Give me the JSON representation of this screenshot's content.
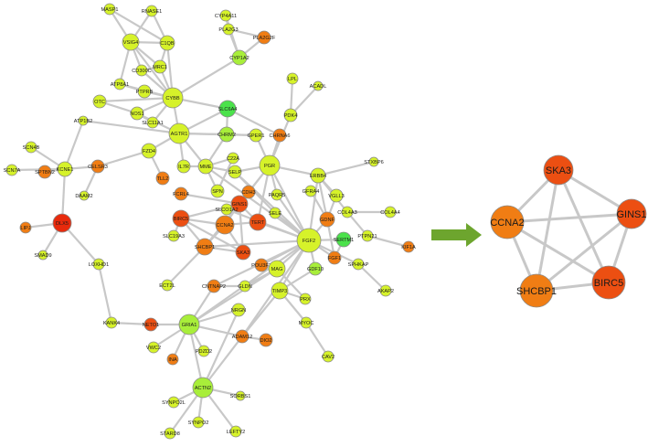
{
  "colors": {
    "yellow_green": "#d6f22a",
    "light_green": "#a8ee3a",
    "green": "#4be24b",
    "orange": "#f07d14",
    "red_orange": "#ec4f12",
    "red": "#e82a0c",
    "edge": "#c8c8c8",
    "arrow": "#6da52e"
  },
  "network": {
    "nodes": [
      {
        "id": "MASP1",
        "label": "MASP1",
        "color": "yellow_green"
      },
      {
        "id": "RNASE1",
        "label": "RNASE1",
        "color": "yellow_green"
      },
      {
        "id": "VSIG4",
        "label": "VSIG4",
        "color": "yellow_green"
      },
      {
        "id": "C1QB",
        "label": "C1QB",
        "color": "yellow_green"
      },
      {
        "id": "CYP4A11",
        "label": "CYP4A11",
        "color": "yellow_green"
      },
      {
        "id": "PLA2G3",
        "label": "PLA2G3",
        "color": "yellow_green"
      },
      {
        "id": "PLA2G2F",
        "label": "PLA2G2F",
        "color": "orange"
      },
      {
        "id": "CYP1A2",
        "label": "CYP1A2",
        "color": "light_green"
      },
      {
        "id": "CD300C",
        "label": "CD300C",
        "color": "yellow_green"
      },
      {
        "id": "MRC1",
        "label": "MRC1",
        "color": "yellow_green"
      },
      {
        "id": "ATP8A1",
        "label": "ATP8A1",
        "color": "yellow_green"
      },
      {
        "id": "PTPRB",
        "label": "PTPRB",
        "color": "yellow_green"
      },
      {
        "id": "CYBB",
        "label": "CYBB",
        "color": "yellow_green"
      },
      {
        "id": "OTC",
        "label": "OTC",
        "color": "yellow_green"
      },
      {
        "id": "NOS1",
        "label": "NOS1",
        "color": "yellow_green"
      },
      {
        "id": "SLC11A1",
        "label": "SLC11A1",
        "color": "yellow_green"
      },
      {
        "id": "SLC6A4",
        "label": "SLC6A4",
        "color": "green"
      },
      {
        "id": "LPL",
        "label": "LPL",
        "color": "yellow_green"
      },
      {
        "id": "ACADL",
        "label": "ACADL",
        "color": "yellow_green"
      },
      {
        "id": "PDK4",
        "label": "PDK4",
        "color": "yellow_green"
      },
      {
        "id": "ATP1B2",
        "label": "ATP1B2",
        "color": "yellow_green"
      },
      {
        "id": "AGTR1",
        "label": "AGTR1",
        "color": "yellow_green"
      },
      {
        "id": "CHRM2",
        "label": "CHRM2",
        "color": "light_green"
      },
      {
        "id": "GPER1",
        "label": "GPER1",
        "color": "yellow_green"
      },
      {
        "id": "CHRNA6",
        "label": "CHRNA6",
        "color": "orange"
      },
      {
        "id": "SCN4B",
        "label": "SCN4B",
        "color": "yellow_green"
      },
      {
        "id": "KCNE1",
        "label": "KCNE1",
        "color": "yellow_green"
      },
      {
        "id": "CELSR3",
        "label": "CELSR3",
        "color": "orange"
      },
      {
        "id": "SCN7A",
        "label": "SCN7A",
        "color": "yellow_green"
      },
      {
        "id": "SPTBN2",
        "label": "SPTBN2",
        "color": "orange"
      },
      {
        "id": "FZD4",
        "label": "FZD4",
        "color": "yellow_green"
      },
      {
        "id": "IL7R",
        "label": "IL7R",
        "color": "yellow_green"
      },
      {
        "id": "MME",
        "label": "MME",
        "color": "yellow_green"
      },
      {
        "id": "C22A",
        "label": "C22A",
        "color": "yellow_green"
      },
      {
        "id": "SELP",
        "label": "SELP",
        "color": "yellow_green"
      },
      {
        "id": "PGR",
        "label": "PGR",
        "color": "yellow_green"
      },
      {
        "id": "ERBB4",
        "label": "ERBB4",
        "color": "yellow_green"
      },
      {
        "id": "STXBP6",
        "label": "STXBP6",
        "color": "yellow_green"
      },
      {
        "id": "DAAM2",
        "label": "DAAM2",
        "color": "yellow_green"
      },
      {
        "id": "TLL2",
        "label": "TLL2",
        "color": "orange"
      },
      {
        "id": "FCRL4",
        "label": "FCRL4",
        "color": "orange"
      },
      {
        "id": "SPN",
        "label": "SPN",
        "color": "yellow_green"
      },
      {
        "id": "CDH3",
        "label": "CDH3",
        "color": "orange"
      },
      {
        "id": "PAQR5",
        "label": "PAQR5",
        "color": "yellow_green"
      },
      {
        "id": "GFRA4",
        "label": "GFRA4",
        "color": "yellow_green"
      },
      {
        "id": "VGLL3",
        "label": "VGLL3",
        "color": "yellow_green"
      },
      {
        "id": "COL4A3",
        "label": "COL4A3",
        "color": "yellow_green"
      },
      {
        "id": "COL4A4",
        "label": "COL4A4",
        "color": "yellow_green"
      },
      {
        "id": "GINS1",
        "label": "GINS1",
        "color": "red_orange"
      },
      {
        "id": "SLCO1A2",
        "label": "SLCO1A2",
        "color": "yellow_green"
      },
      {
        "id": "SELE",
        "label": "SELE",
        "color": "yellow_green"
      },
      {
        "id": "GDNF",
        "label": "GDNF",
        "color": "orange"
      },
      {
        "id": "PTPN21",
        "label": "PTPN21",
        "color": "yellow_green"
      },
      {
        "id": "LIPJ",
        "label": "LIPJ",
        "color": "orange"
      },
      {
        "id": "DLX5",
        "label": "DLX5",
        "color": "red"
      },
      {
        "id": "BIRC5",
        "label": "BIRC5",
        "color": "red_orange"
      },
      {
        "id": "CCNA2",
        "label": "CCNA2",
        "color": "orange"
      },
      {
        "id": "TERT",
        "label": "TERT",
        "color": "red_orange"
      },
      {
        "id": "FGF2",
        "label": "FGF2",
        "color": "yellow_green"
      },
      {
        "id": "SERTM1",
        "label": "SERTM1",
        "color": "green"
      },
      {
        "id": "KIF1A",
        "label": "KIF1A",
        "color": "orange"
      },
      {
        "id": "SMAD9",
        "label": "SMAD9",
        "color": "yellow_green"
      },
      {
        "id": "SLC19A3",
        "label": "SLC19A3",
        "color": "yellow_green"
      },
      {
        "id": "SHCBP1",
        "label": "SHCBP1",
        "color": "orange"
      },
      {
        "id": "SKA3",
        "label": "SKA3",
        "color": "red_orange"
      },
      {
        "id": "FGF1",
        "label": "FGF1",
        "color": "orange"
      },
      {
        "id": "LOXHD1",
        "label": "LOXHD1",
        "color": "yellow_green"
      },
      {
        "id": "POU3F3",
        "label": "POU3F3",
        "color": "orange"
      },
      {
        "id": "MAG",
        "label": "MAG",
        "color": "yellow_green"
      },
      {
        "id": "GDF10",
        "label": "GDF10",
        "color": "light_green"
      },
      {
        "id": "SPHKAP",
        "label": "SPHKAP",
        "color": "yellow_green"
      },
      {
        "id": "ECT2L",
        "label": "ECT2L",
        "color": "yellow_green"
      },
      {
        "id": "CNTNAP2",
        "label": "CNTNAP2",
        "color": "orange"
      },
      {
        "id": "GLDN",
        "label": "GLDN",
        "color": "yellow_green"
      },
      {
        "id": "TIMP3",
        "label": "TIMP3",
        "color": "yellow_green"
      },
      {
        "id": "AKAP2",
        "label": "AKAP2",
        "color": "yellow_green"
      },
      {
        "id": "PRX",
        "label": "PRX",
        "color": "yellow_green"
      },
      {
        "id": "KANK4",
        "label": "KANK4",
        "color": "yellow_green"
      },
      {
        "id": "NETO1",
        "label": "NETO1",
        "color": "red_orange"
      },
      {
        "id": "GRIA1",
        "label": "GRIA1",
        "color": "light_green"
      },
      {
        "id": "NRGN",
        "label": "NRGN",
        "color": "yellow_green"
      },
      {
        "id": "MYOC",
        "label": "MYOC",
        "color": "yellow_green"
      },
      {
        "id": "VWC2",
        "label": "VWC2",
        "color": "yellow_green"
      },
      {
        "id": "PDZD2",
        "label": "PDZD2",
        "color": "yellow_green"
      },
      {
        "id": "INA",
        "label": "INA",
        "color": "orange"
      },
      {
        "id": "ADAM12",
        "label": "ADAM12",
        "color": "orange"
      },
      {
        "id": "DIO2",
        "label": "DIO2",
        "color": "orange"
      },
      {
        "id": "CAV2",
        "label": "CAV2",
        "color": "yellow_green"
      },
      {
        "id": "ACTN2",
        "label": "ACTN2",
        "color": "light_green"
      },
      {
        "id": "SORBS1",
        "label": "SORBS1",
        "color": "yellow_green"
      },
      {
        "id": "SYNPO2L",
        "label": "SYNPO2L",
        "color": "yellow_green"
      },
      {
        "id": "SYNPO2",
        "label": "SYNPO2",
        "color": "yellow_green"
      },
      {
        "id": "STARD8",
        "label": "STARD8",
        "color": "yellow_green"
      },
      {
        "id": "LEFTY2",
        "label": "LEFTY2",
        "color": "yellow_green"
      }
    ],
    "edges": [
      [
        "MASP1",
        "VSIG4"
      ],
      [
        "RNASE1",
        "VSIG4"
      ],
      [
        "VSIG4",
        "C1QB"
      ],
      [
        "VSIG4",
        "CD300C"
      ],
      [
        "VSIG4",
        "MRC1"
      ],
      [
        "VSIG4",
        "ATP8A1"
      ],
      [
        "VSIG4",
        "CYBB"
      ],
      [
        "C1QB",
        "MRC1"
      ],
      [
        "C1QB",
        "CYBB"
      ],
      [
        "RNASE1",
        "C1QB"
      ],
      [
        "MASP1",
        "C1QB"
      ],
      [
        "CYP4A11",
        "CYP1A2"
      ],
      [
        "PLA2G3",
        "CYP1A2"
      ],
      [
        "PLA2G2F",
        "CYP1A2"
      ],
      [
        "CYP4A11",
        "PLA2G3"
      ],
      [
        "PLA2G3",
        "PLA2G2F"
      ],
      [
        "CYP1A2",
        "CYBB"
      ],
      [
        "CD300C",
        "CYBB"
      ],
      [
        "MRC1",
        "CYBB"
      ],
      [
        "MRC1",
        "CD300C"
      ],
      [
        "ATP8A1",
        "CYBB"
      ],
      [
        "ATP8A1",
        "PTPRB"
      ],
      [
        "PTPRB",
        "CYBB"
      ],
      [
        "OTC",
        "NOS1"
      ],
      [
        "OTC",
        "CYBB"
      ],
      [
        "NOS1",
        "CYBB"
      ],
      [
        "NOS1",
        "SLC11A1"
      ],
      [
        "SLC11A1",
        "CYBB"
      ],
      [
        "NOS1",
        "AGTR1"
      ],
      [
        "CYBB",
        "AGTR1"
      ],
      [
        "CYBB",
        "SLC6A4"
      ],
      [
        "SLC6A4",
        "CHRM2"
      ],
      [
        "SLC6A4",
        "AGTR1"
      ],
      [
        "SLC6A4",
        "CHRNA6"
      ],
      [
        "LPL",
        "PDK4"
      ],
      [
        "ACADL",
        "PDK4"
      ],
      [
        "PDK4",
        "PGR"
      ],
      [
        "ATP1B2",
        "AGTR1"
      ],
      [
        "AGTR1",
        "CHRM2"
      ],
      [
        "AGTR1",
        "GPER1"
      ],
      [
        "AGTR1",
        "FZD4"
      ],
      [
        "AGTR1",
        "IL7R"
      ],
      [
        "AGTR1",
        "MME"
      ],
      [
        "CHRM2",
        "GPER1"
      ],
      [
        "GPER1",
        "PGR"
      ],
      [
        "CHRM2",
        "MME"
      ],
      [
        "SCN4B",
        "KCNE1"
      ],
      [
        "SCN7A",
        "KCNE1"
      ],
      [
        "SPTBN2",
        "KCNE1"
      ],
      [
        "KCNE1",
        "CELSR3"
      ],
      [
        "CELSR3",
        "FZD4"
      ],
      [
        "KCNE1",
        "DLX5"
      ],
      [
        "CELSR3",
        "DAAM2"
      ],
      [
        "KCNE1",
        "ATP1B2"
      ],
      [
        "FZD4",
        "TLL2"
      ],
      [
        "IL7R",
        "MME"
      ],
      [
        "MME",
        "C22A"
      ],
      [
        "MME",
        "SELP"
      ],
      [
        "SELP",
        "PGR"
      ],
      [
        "C22A",
        "SPN"
      ],
      [
        "PGR",
        "ERBB4"
      ],
      [
        "PGR",
        "FGF2"
      ],
      [
        "PGR",
        "TERT"
      ],
      [
        "PGR",
        "GINS1"
      ],
      [
        "PGR",
        "PAQR5"
      ],
      [
        "SELP",
        "FGF2"
      ],
      [
        "SELP",
        "SELE"
      ],
      [
        "PGR",
        "CDH3"
      ],
      [
        "CHRNA6",
        "PGR"
      ],
      [
        "MME",
        "FGF2"
      ],
      [
        "MME",
        "SPN"
      ],
      [
        "ERBB4",
        "STXBP6"
      ],
      [
        "ERBB4",
        "VGLL3"
      ],
      [
        "ERBB4",
        "COL4A3"
      ],
      [
        "ERBB4",
        "FGF2"
      ],
      [
        "ERBB4",
        "GDNF"
      ],
      [
        "COL4A3",
        "COL4A4"
      ],
      [
        "COL4A3",
        "PTPN21"
      ],
      [
        "VGLL3",
        "GDNF"
      ],
      [
        "GFRA4",
        "GDNF"
      ],
      [
        "GDNF",
        "FGF2"
      ],
      [
        "GDNF",
        "FGF1"
      ],
      [
        "PTPN21",
        "KIF1A"
      ],
      [
        "SERTM1",
        "FGF1"
      ],
      [
        "FCRL4",
        "GINS1"
      ],
      [
        "CDH3",
        "GINS1"
      ],
      [
        "GINS1",
        "TERT"
      ],
      [
        "GINS1",
        "CCNA2"
      ],
      [
        "GINS1",
        "BIRC5"
      ],
      [
        "GINS1",
        "SKA3"
      ],
      [
        "GINS1",
        "SHCBP1"
      ],
      [
        "BIRC5",
        "CCNA2"
      ],
      [
        "BIRC5",
        "SLC19A3"
      ],
      [
        "BIRC5",
        "SKA3"
      ],
      [
        "BIRC5",
        "SHCBP1"
      ],
      [
        "CCNA2",
        "TERT"
      ],
      [
        "CCNA2",
        "SHCBP1"
      ],
      [
        "CCNA2",
        "SKA3"
      ],
      [
        "SKA3",
        "SHCBP1"
      ],
      [
        "TERT",
        "FGF2"
      ],
      [
        "SELE",
        "FGF2"
      ],
      [
        "SLCO1A2",
        "FGF2"
      ],
      [
        "PAQR5",
        "FGF2"
      ],
      [
        "LIPJ",
        "DLX5"
      ],
      [
        "DLX5",
        "SMAD9"
      ],
      [
        "DLX5",
        "LOXHD1"
      ],
      [
        "LOXHD1",
        "KANK4"
      ],
      [
        "KANK4",
        "NETO1"
      ],
      [
        "NETO1",
        "GRIA1"
      ],
      [
        "FGF2",
        "MAG"
      ],
      [
        "FGF2",
        "GDF10"
      ],
      [
        "FGF2",
        "FGF1"
      ],
      [
        "FGF2",
        "TIMP3"
      ],
      [
        "FGF2",
        "POU3F3"
      ],
      [
        "FGF2",
        "SERTM1"
      ],
      [
        "FGF2",
        "GRIA1"
      ],
      [
        "FGF2",
        "ADAM12"
      ],
      [
        "FGF2",
        "CNTNAP2"
      ],
      [
        "FGF2",
        "SHCBP1"
      ],
      [
        "SPHKAP",
        "FGF2"
      ],
      [
        "SPHKAP",
        "AKAP2"
      ],
      [
        "MAG",
        "GLDN"
      ],
      [
        "MAG",
        "PRX"
      ],
      [
        "MAG",
        "POU3F3"
      ],
      [
        "MAG",
        "GRIA1"
      ],
      [
        "TIMP3",
        "PRX"
      ],
      [
        "TIMP3",
        "MYOC"
      ],
      [
        "TIMP3",
        "ADAM12"
      ],
      [
        "MYOC",
        "CAV2"
      ],
      [
        "GDF10",
        "TIMP3"
      ],
      [
        "SHCBP1",
        "ECT2L"
      ],
      [
        "CNTNAP2",
        "GLDN"
      ],
      [
        "CNTNAP2",
        "GRIA1"
      ],
      [
        "GRIA1",
        "NRGN"
      ],
      [
        "GRIA1",
        "VWC2"
      ],
      [
        "GRIA1",
        "PDZD2"
      ],
      [
        "GRIA1",
        "INA"
      ],
      [
        "GRIA1",
        "ACTN2"
      ],
      [
        "GRIA1",
        "ADAM12"
      ],
      [
        "ADAM12",
        "DIO2"
      ],
      [
        "NRGN",
        "ACTN2"
      ],
      [
        "ACTN2",
        "SORBS1"
      ],
      [
        "ACTN2",
        "SYNPO2L"
      ],
      [
        "ACTN2",
        "SYNPO2"
      ],
      [
        "ACTN2",
        "STARD8"
      ],
      [
        "ACTN2",
        "LEFTY2"
      ],
      [
        "ACTN2",
        "ADAM12"
      ]
    ]
  },
  "hub": {
    "nodes": [
      {
        "id": "SKA3",
        "label": "SKA3",
        "color": "red_orange"
      },
      {
        "id": "CCNA2",
        "label": "CCNA2",
        "color": "orange"
      },
      {
        "id": "GINS1",
        "label": "GINS1",
        "color": "red_orange"
      },
      {
        "id": "SHCBP1",
        "label": "SHCBP1",
        "color": "orange"
      },
      {
        "id": "BIRC5",
        "label": "BIRC5",
        "color": "red_orange"
      }
    ],
    "edges": [
      [
        "SKA3",
        "CCNA2"
      ],
      [
        "SKA3",
        "GINS1"
      ],
      [
        "SKA3",
        "SHCBP1"
      ],
      [
        "SKA3",
        "BIRC5"
      ],
      [
        "CCNA2",
        "GINS1"
      ],
      [
        "CCNA2",
        "SHCBP1"
      ],
      [
        "CCNA2",
        "BIRC5"
      ],
      [
        "GINS1",
        "SHCBP1"
      ],
      [
        "GINS1",
        "BIRC5"
      ],
      [
        "SHCBP1",
        "BIRC5"
      ]
    ]
  },
  "arrow": {
    "icon": "right-arrow-icon",
    "color": "arrow"
  }
}
